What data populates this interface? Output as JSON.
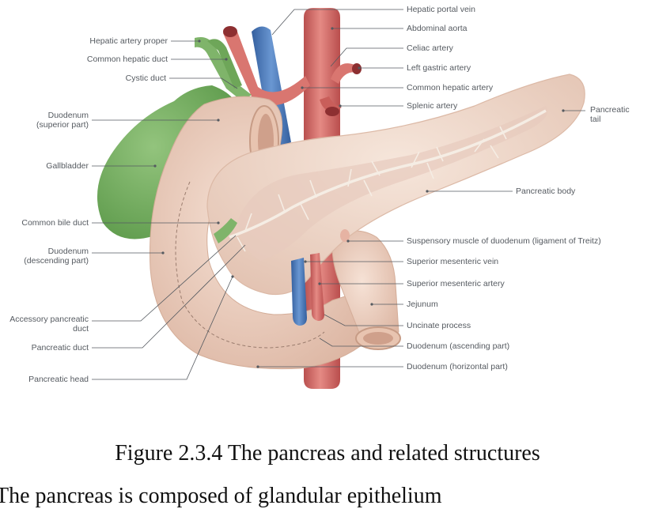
{
  "figure": {
    "caption": "Figure 2.3.4 The pancreas and related structures",
    "next_text": "The pancreas is composed of glandular epithelium"
  },
  "labels": {
    "hepatic_portal_vein": "Hepatic portal vein",
    "abdominal_aorta": "Abdominal aorta",
    "celiac_artery": "Celiac artery",
    "left_gastric_artery": "Left gastric artery",
    "common_hepatic_artery": "Common hepatic artery",
    "splenic_artery": "Splenic artery",
    "pancreatic_tail_1": "Pancreatic",
    "pancreatic_tail_2": "tail",
    "pancreatic_body": "Pancreatic body",
    "suspensory_muscle": "Suspensory muscle of duodenum (ligament of Treitz)",
    "superior_mesenteric_vein": "Superior mesenteric vein",
    "superior_mesenteric_artery": "Superior mesenteric artery",
    "jejunum": "Jejunum",
    "uncinate_process": "Uncinate process",
    "duodenum_ascending": "Duodenum (ascending part)",
    "duodenum_horizontal": "Duodenum (horizontal part)",
    "hepatic_artery_proper": "Hepatic artery proper",
    "common_hepatic_duct": "Common hepatic duct",
    "cystic_duct": "Cystic duct",
    "duodenum_superior_1": "Duodenum",
    "duodenum_superior_2": "(superior part)",
    "gallbladder": "Gallbladder",
    "common_bile_duct": "Common bile duct",
    "duodenum_descending_1": "Duodenum",
    "duodenum_descending_2": "(descending part)",
    "accessory_duct_1": "Accessory pancreatic",
    "accessory_duct_2": "duct",
    "pancreatic_duct": "Pancreatic duct",
    "pancreatic_head": "Pancreatic head"
  },
  "colors": {
    "artery": "#d9736f",
    "vein": "#4f7fc1",
    "bile": "#7fb46a",
    "pancreas": "#f1ddd0",
    "duodenum": "#efd5c6",
    "leader": "#555a60"
  }
}
